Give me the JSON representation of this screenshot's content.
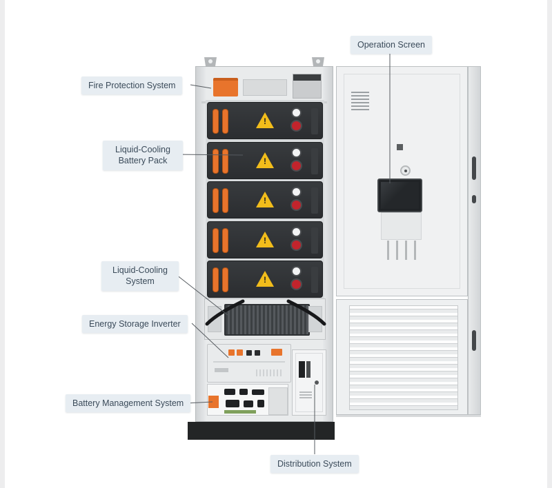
{
  "diagram": {
    "labels": {
      "operation_screen": "Operation Screen",
      "fire_protection": "Fire Protection System",
      "battery_pack": "Liquid-Cooling Battery Pack",
      "cooling_system": "Liquid-Cooling System",
      "inverter": "Energy Storage Inverter",
      "bms": "Battery Management System",
      "distribution": "Distribution System"
    },
    "colors": {
      "label_bg": "#e7edf2",
      "label_text": "#3a4a59",
      "accent_orange": "#e8742c",
      "battery_black": "#2b2d30",
      "warning_yellow": "#f2bd1b",
      "indicator_red": "#c2242c",
      "cabinet_gray": "#f0f1f2",
      "base_black": "#232526"
    }
  }
}
